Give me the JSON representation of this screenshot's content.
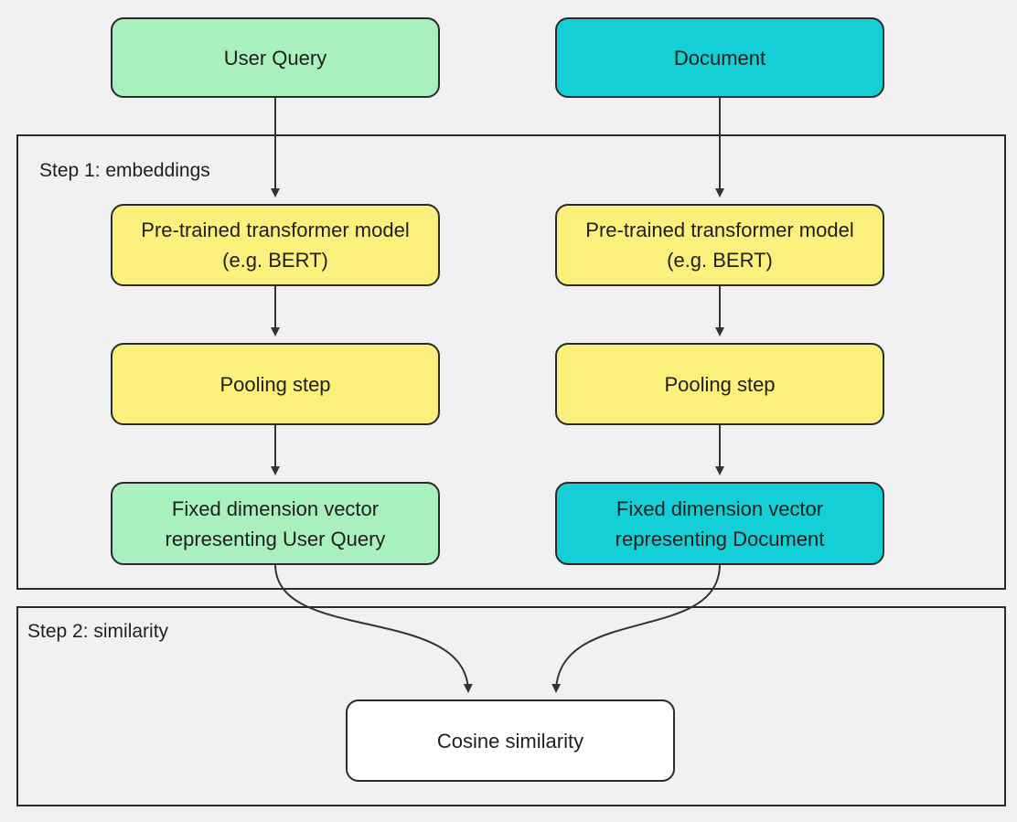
{
  "colors": {
    "background": "#f1f1f1",
    "query_fill": "#a8f0bd",
    "document_fill": "#14cfd6",
    "process_fill": "#fbf07c",
    "result_fill": "#ffffff",
    "stroke": "#2b2b2b",
    "edge": "#333333"
  },
  "groups": {
    "step1": {
      "label": "Step 1: embeddings"
    },
    "step2": {
      "label": "Step 2: similarity"
    }
  },
  "nodes": {
    "user_query": {
      "text": "User Query"
    },
    "document": {
      "text": "Document"
    },
    "transformer_query": {
      "line1": "Pre-trained transformer model",
      "line2": "(e.g. BERT)"
    },
    "transformer_document": {
      "line1": "Pre-trained transformer model",
      "line2": "(e.g. BERT)"
    },
    "pooling_query": {
      "text": "Pooling step"
    },
    "pooling_document": {
      "text": "Pooling step"
    },
    "vector_query": {
      "line1": "Fixed dimension vector",
      "line2": "representing User Query"
    },
    "vector_document": {
      "line1": "Fixed dimension vector",
      "line2": "representing Document"
    },
    "cosine": {
      "text": "Cosine similarity"
    }
  }
}
